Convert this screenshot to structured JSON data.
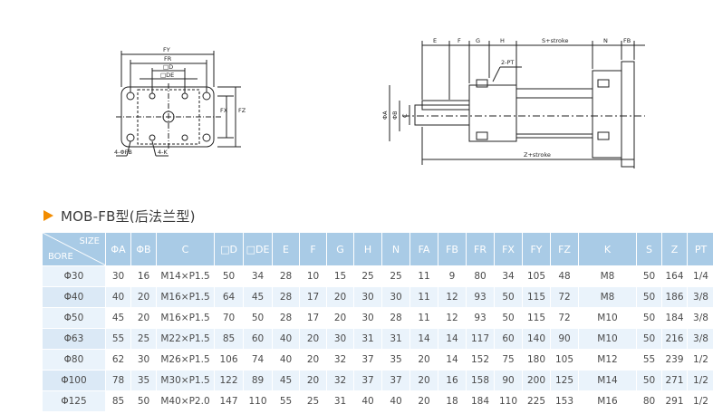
{
  "figure": {
    "left_view": {
      "dims": [
        "FY",
        "FR",
        "□D",
        "□DE",
        "FX",
        "FZ",
        "4-ΦFB",
        "4-K"
      ]
    },
    "right_view": {
      "dims": [
        "E",
        "F",
        "G",
        "H",
        "S+stroke",
        "N",
        "FB",
        "2-PT",
        "ΦA",
        "ΦB",
        "C",
        "Z+stroke"
      ]
    }
  },
  "section": {
    "title": "MOB-FB型(后法兰型)"
  },
  "table": {
    "corner_top": "SIZE",
    "corner_bottom": "BORE",
    "columns": [
      "ΦA",
      "ΦB",
      "C",
      "□D",
      "□DE",
      "E",
      "F",
      "G",
      "H",
      "N",
      "FA",
      "FB",
      "FR",
      "FX",
      "FY",
      "FZ",
      "K",
      "S",
      "Z",
      "PT"
    ],
    "rows": [
      [
        "Φ30",
        "30",
        "16",
        "M14×P1.5",
        "50",
        "34",
        "28",
        "10",
        "15",
        "25",
        "25",
        "11",
        "9",
        "80",
        "34",
        "105",
        "48",
        "M8",
        "50",
        "164",
        "1/4"
      ],
      [
        "Φ40",
        "40",
        "20",
        "M16×P1.5",
        "64",
        "45",
        "28",
        "17",
        "20",
        "30",
        "30",
        "11",
        "12",
        "93",
        "50",
        "115",
        "72",
        "M8",
        "50",
        "186",
        "3/8"
      ],
      [
        "Φ50",
        "45",
        "20",
        "M16×P1.5",
        "70",
        "50",
        "28",
        "17",
        "20",
        "30",
        "28",
        "11",
        "12",
        "93",
        "50",
        "115",
        "72",
        "M10",
        "50",
        "184",
        "3/8"
      ],
      [
        "Φ63",
        "55",
        "25",
        "M22×P1.5",
        "85",
        "60",
        "40",
        "20",
        "30",
        "31",
        "31",
        "14",
        "14",
        "117",
        "60",
        "140",
        "90",
        "M10",
        "50",
        "216",
        "3/8"
      ],
      [
        "Φ80",
        "62",
        "30",
        "M26×P1.5",
        "106",
        "74",
        "40",
        "20",
        "32",
        "37",
        "35",
        "20",
        "14",
        "152",
        "75",
        "180",
        "105",
        "M12",
        "55",
        "239",
        "1/2"
      ],
      [
        "Φ100",
        "78",
        "35",
        "M30×P1.5",
        "122",
        "89",
        "45",
        "20",
        "32",
        "37",
        "37",
        "20",
        "16",
        "158",
        "90",
        "200",
        "125",
        "M14",
        "50",
        "271",
        "1/2"
      ],
      [
        "Φ125",
        "85",
        "50",
        "M40×P2.0",
        "147",
        "110",
        "55",
        "25",
        "31",
        "40",
        "40",
        "20",
        "18",
        "184",
        "110",
        "225",
        "153",
        "M16",
        "80",
        "291",
        "1/2"
      ]
    ]
  }
}
